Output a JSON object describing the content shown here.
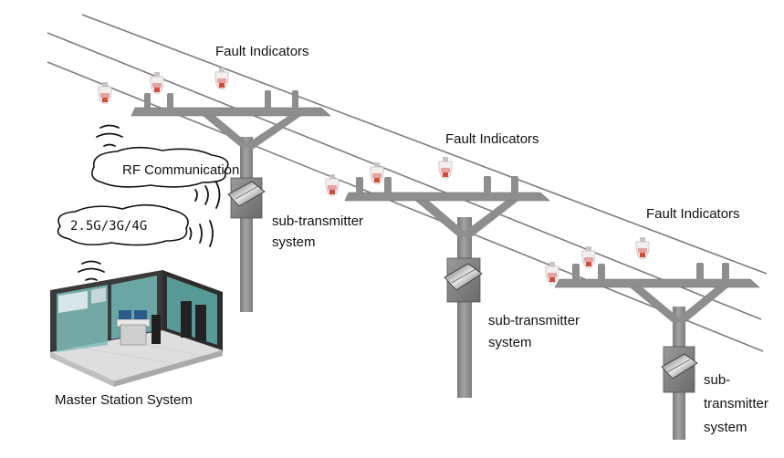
{
  "labels": {
    "fault_indicators_1": "Fault Indicators",
    "fault_indicators_2": "Fault Indicators",
    "fault_indicators_3": "Fault Indicators",
    "rf_communication": "RF Communication",
    "cellular": "2.5G/3G/4G",
    "sub_transmitter_1_line1": "sub-transmitter",
    "sub_transmitter_1_line2": "system",
    "sub_transmitter_2_line1": "sub-transmitter",
    "sub_transmitter_2_line2": "system",
    "sub_transmitter_3_line1": "sub-",
    "sub_transmitter_3_line2": "transmitter",
    "sub_transmitter_3_line3": "system",
    "master_station": "Master Station System"
  },
  "colors": {
    "pole": "#8e8e8e",
    "pole_edge": "#6f6f6f",
    "wire": "#7d7d7d",
    "indicator_body": "#f2eeee",
    "indicator_red": "#d64a3a",
    "room_floor": "#dcdcdc",
    "room_wall": "#2c2c2c",
    "room_glass": "#6fb3b0"
  },
  "icons": {
    "fault_indicator": "fault-indicator-icon",
    "transmitter_box": "solar-transmitter-box-icon",
    "signal_waves": "signal-wave-icon",
    "control_room": "control-room-icon"
  }
}
